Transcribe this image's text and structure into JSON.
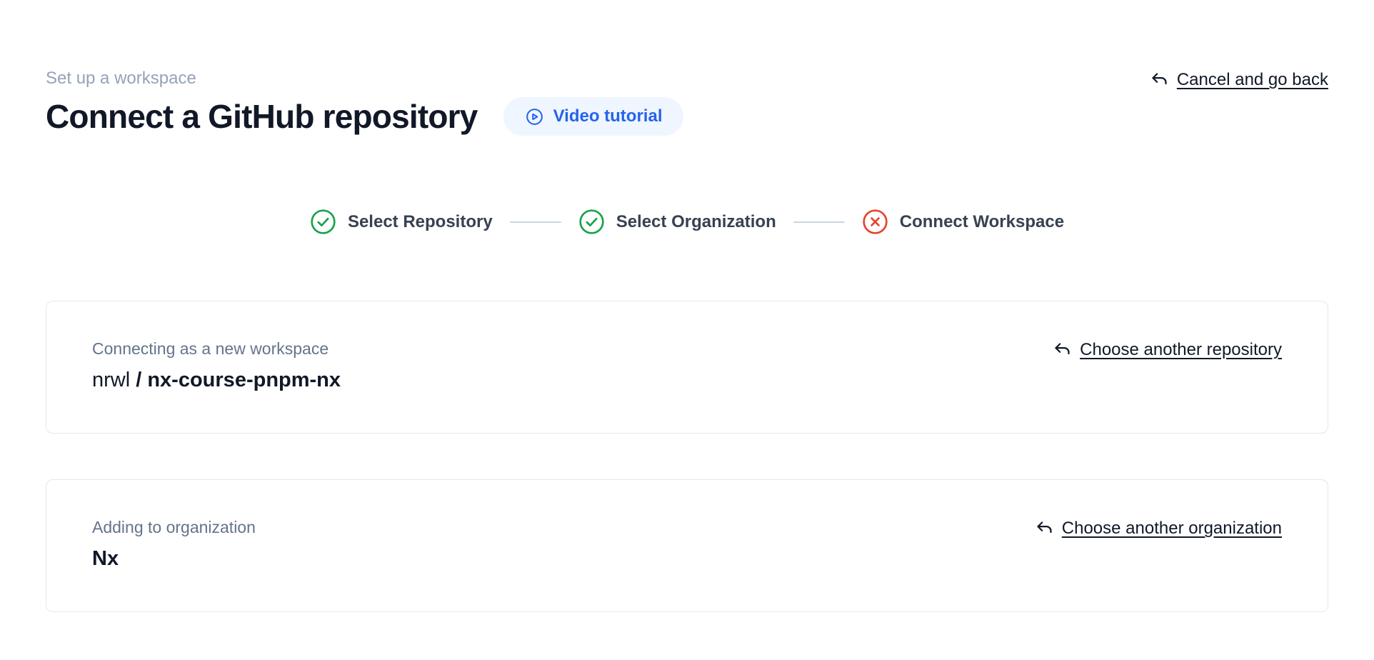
{
  "header": {
    "eyebrow": "Set up a workspace",
    "title": "Connect a GitHub repository",
    "video_button_label": "Video tutorial",
    "cancel_link_label": "Cancel and go back"
  },
  "stepper": {
    "steps": [
      {
        "label": "Select Repository",
        "status": "complete"
      },
      {
        "label": "Select Organization",
        "status": "complete"
      },
      {
        "label": "Connect Workspace",
        "status": "error"
      }
    ]
  },
  "cards": {
    "repository": {
      "label": "Connecting as a new workspace",
      "owner": "nrwl",
      "separator": " / ",
      "name": "nx-course-pnpm-nx",
      "action_label": "Choose another repository"
    },
    "organization": {
      "label": "Adding to organization",
      "name": "Nx",
      "action_label": "Choose another organization"
    }
  },
  "colors": {
    "accent": "#2563eb",
    "accent_bg": "#eff6ff",
    "success": "#16a34a",
    "error": "#e5432e"
  }
}
